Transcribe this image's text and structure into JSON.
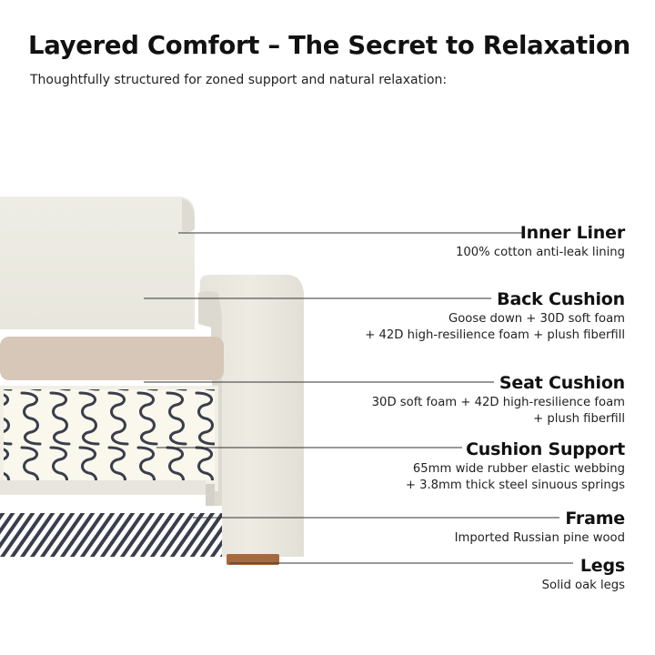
{
  "header": {
    "title": "Layered Comfort – The Secret to Relaxation",
    "subtitle": "Thoughtfully structured for zoned support and natural relaxation:"
  },
  "layers": [
    {
      "name": "Inner Liner",
      "desc": [
        "100% cotton anti-leak lining"
      ]
    },
    {
      "name": "Back Cushion",
      "desc": [
        "Goose down + 30D soft foam",
        "+ 42D high-resilience foam + plush fiberfill"
      ]
    },
    {
      "name": "Seat Cushion",
      "desc": [
        "30D soft foam + 42D high-resilience foam",
        "+ plush fiberfill"
      ]
    },
    {
      "name": "Cushion Support",
      "desc": [
        "65mm wide rubber elastic webbing",
        "+ 3.8mm thick steel sinuous springs"
      ]
    },
    {
      "name": "Frame",
      "desc": [
        "Imported Russian pine wood"
      ]
    },
    {
      "name": "Legs",
      "desc": [
        "Solid oak legs"
      ]
    }
  ],
  "colors": {
    "fabric": "#ecebe3",
    "liner": "#d7c7b8",
    "spring_bg": "#faf7ec",
    "spring_line": "#3a3e4c",
    "leg": "#a8683e",
    "text": "#111111"
  }
}
